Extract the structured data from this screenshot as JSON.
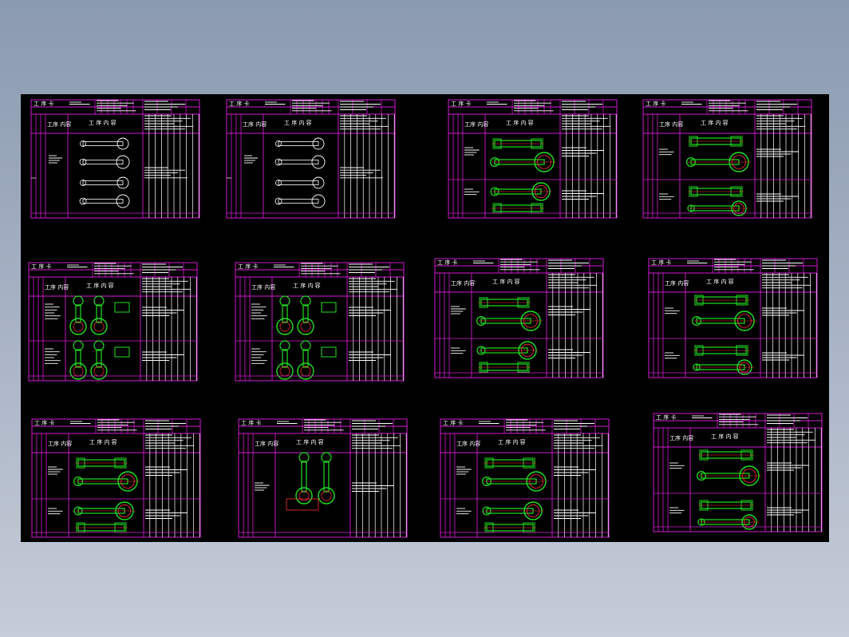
{
  "canvas": {
    "background": "#000000",
    "frame_color": "#d41ad4",
    "grid_color": "#ffffff",
    "part_color": "#20e020",
    "accent_color": "#ff3030"
  },
  "sheets": [
    {
      "id": "sheet-1",
      "header": "工 序 卡",
      "col1": "工序 内容",
      "title": "工 序 内 容",
      "variant": "a"
    },
    {
      "id": "sheet-2",
      "header": "工 序 卡",
      "col1": "工序 内容",
      "title": "工 序 内 容",
      "variant": "b"
    },
    {
      "id": "sheet-3",
      "header": "工 序 卡",
      "col1": "工序 内容",
      "title": "工 序 内 容",
      "variant": "c"
    },
    {
      "id": "sheet-4",
      "header": "工 序 卡",
      "col1": "工序 内容",
      "title": "工 序 内 容",
      "variant": "d"
    },
    {
      "id": "sheet-5",
      "header": "工 序 卡",
      "col1": "工序 内容",
      "title": "工 序 内 容",
      "variant": "e"
    },
    {
      "id": "sheet-6",
      "header": "工 序 卡",
      "col1": "工序 内容",
      "title": "工 序 内 容",
      "variant": "e"
    },
    {
      "id": "sheet-7",
      "header": "工 序 卡",
      "col1": "工序 内容",
      "title": "工 序 内 容",
      "variant": "c"
    },
    {
      "id": "sheet-8",
      "header": "工 序 卡",
      "col1": "工序 内容",
      "title": "工 序 内 容",
      "variant": "d"
    },
    {
      "id": "sheet-9",
      "header": "工 序 卡",
      "col1": "工序 内容",
      "title": "工 序 内 容",
      "variant": "c"
    },
    {
      "id": "sheet-10",
      "header": "工 序 卡",
      "col1": "工序 内容",
      "title": "工 序 内 容",
      "variant": "f"
    },
    {
      "id": "sheet-11",
      "header": "工 序 卡",
      "col1": "工序 内容",
      "title": "工 序 内 容",
      "variant": "c"
    },
    {
      "id": "sheet-12",
      "header": "工 序 卡",
      "col1": "工序 内容",
      "title": "工 序 内 容",
      "variant": "d"
    }
  ]
}
